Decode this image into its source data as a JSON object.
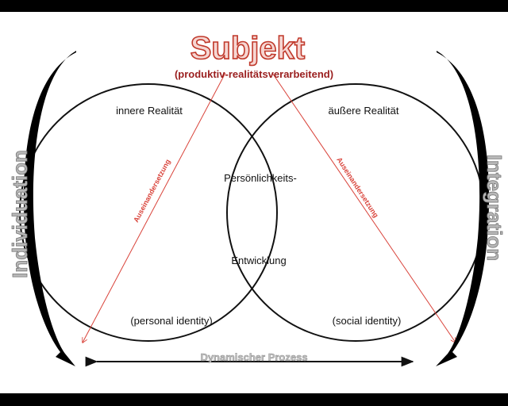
{
  "title": "Subjekt",
  "subtitle": "(produktiv-realitätsverarbeitend)",
  "left_top_label": "innere Realität",
  "right_top_label": "äußere Realität",
  "center_top_label": "Persönlichkeits-",
  "center_bottom_label": "Entwicklung",
  "left_bottom_label": "(personal identity)",
  "right_bottom_label": "(social identity)",
  "left_side_label": "Individuation",
  "right_side_label": "Integration",
  "left_diagonal_label": "Auseinandersetzung",
  "right_diagonal_label": "Auseinandersetzung",
  "bottom_label": "Dynamischer Prozess",
  "colors": {
    "title": "#c0392b",
    "subtitle": "#9a1e1e",
    "diagonal": "#d9433a",
    "side_text": "#8a8a8a",
    "bottom_text": "#9a9a9a",
    "ink": "#111111",
    "page": "#ffffff"
  }
}
